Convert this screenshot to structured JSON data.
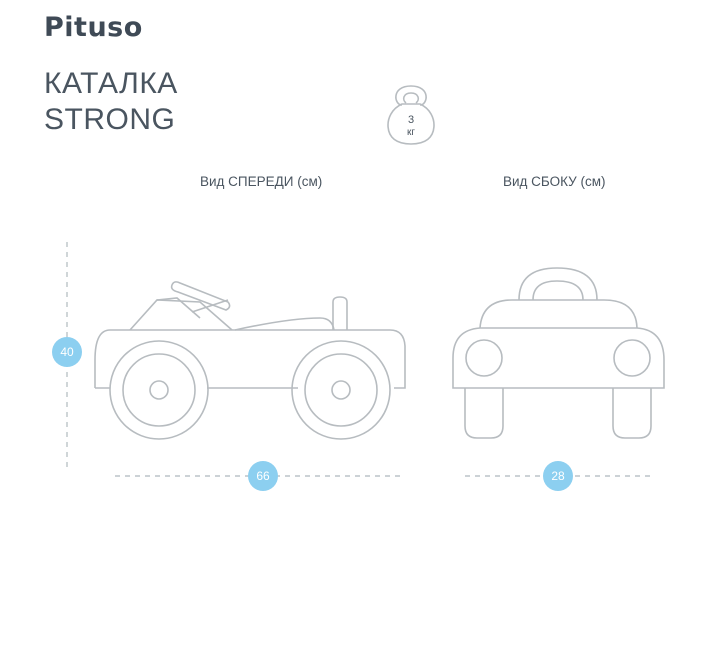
{
  "brand": {
    "logo_text": "Pituso"
  },
  "title": {
    "line1": "КАТАЛКА",
    "line2": "STRONG"
  },
  "weight": {
    "value": "3",
    "unit": "кг"
  },
  "views": {
    "front_label": "Вид СПЕРЕДИ (см)",
    "side_label": "Вид СБОКУ (см)"
  },
  "dimensions": {
    "height": "40",
    "length": "66",
    "width": "28"
  },
  "colors": {
    "accent": "#8ccff0",
    "line": "#b7bcc0",
    "text": "#4a5560"
  }
}
